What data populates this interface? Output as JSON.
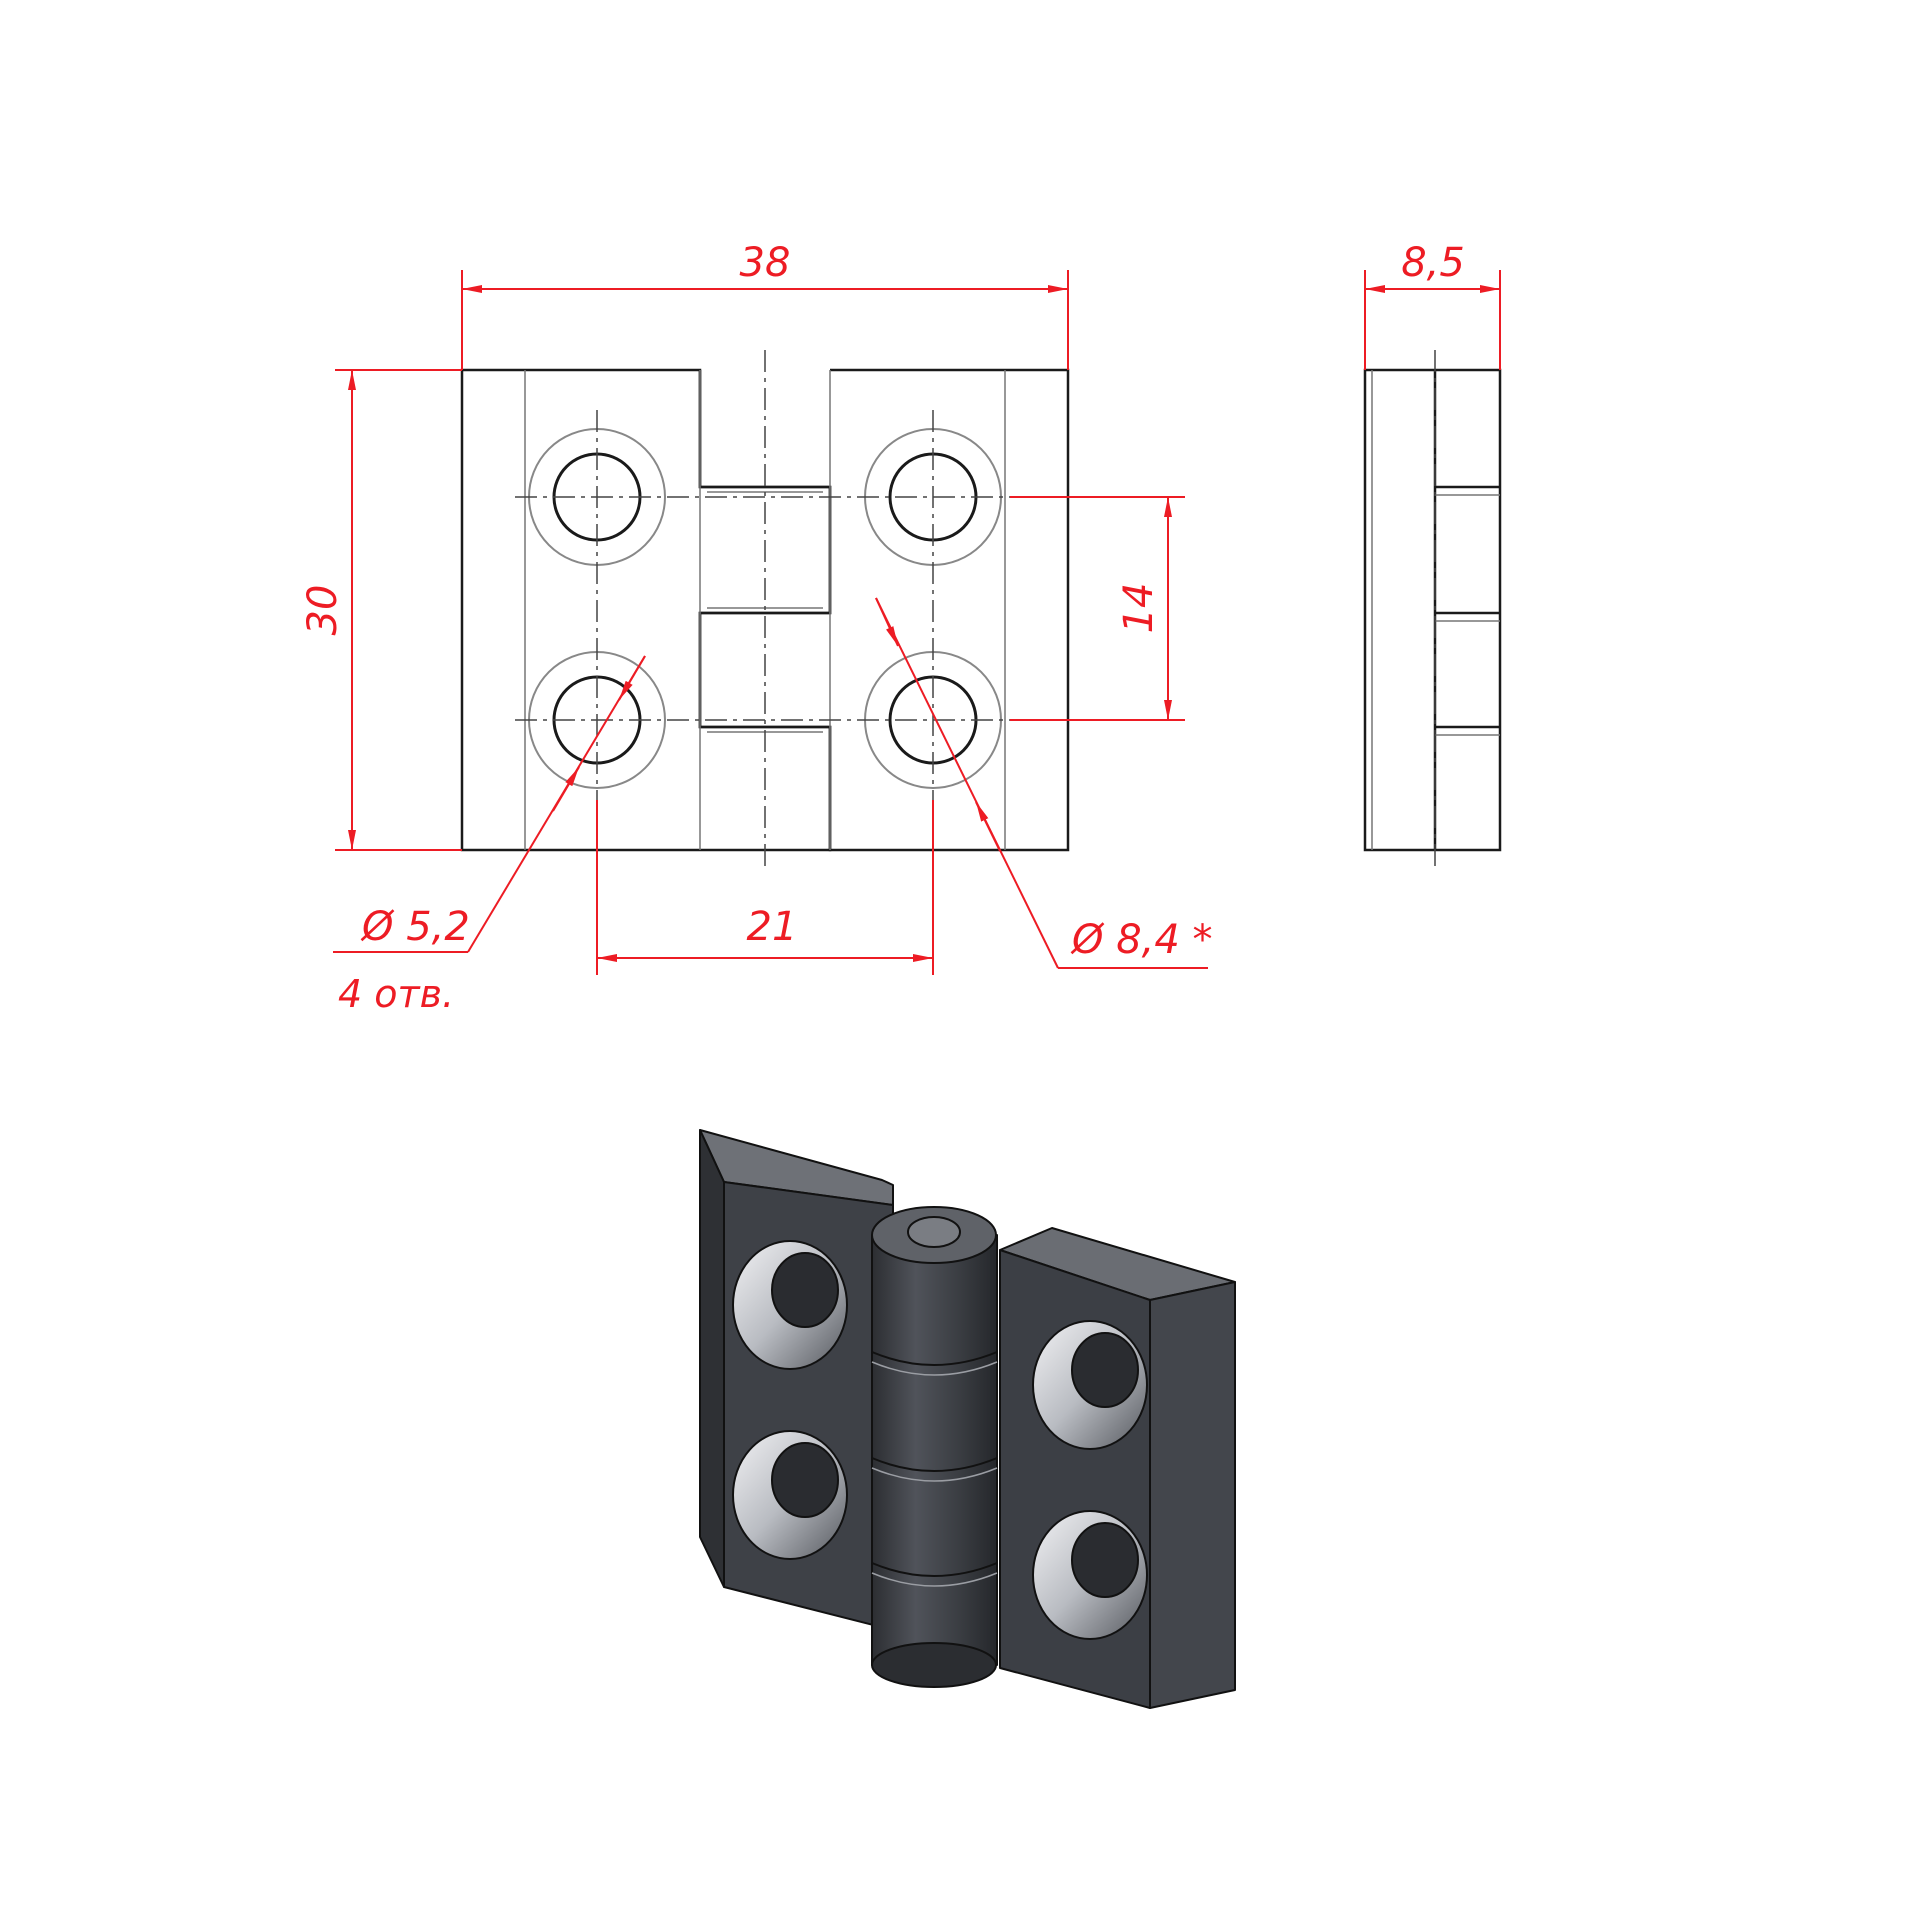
{
  "colors": {
    "dimension": "#ed1c24",
    "outline": "#1a1a1a",
    "hidden_edge": "#555555",
    "part_body": "#3d4046",
    "part_top": "#6d7076",
    "part_shadow": "#2b2d31",
    "hole_shine": "#e6e7ea"
  },
  "dimensions": {
    "width": "38",
    "height": "30",
    "thickness": "8,5",
    "hole_spacing_vertical": "14",
    "hole_spacing_horizontal": "21",
    "hole_diameter": "Ø 5,2",
    "hole_count": "4 отв.",
    "counterbore_diameter": "Ø 8,4 *"
  },
  "views": [
    "front-view",
    "side-view",
    "isometric-view"
  ]
}
